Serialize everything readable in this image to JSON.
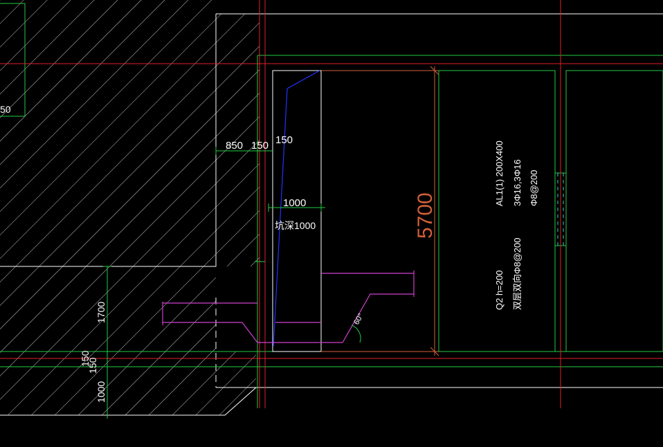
{
  "colors": {
    "background": "#000000",
    "outline": "#ffffff",
    "axis_red": "#e0202a",
    "dim_green": "#22cc44",
    "beam_orange": "#d2603a",
    "slope_blue": "#2233ff",
    "rebar_magenta": "#d040d0",
    "text_white": "#ffffff"
  },
  "labels": {
    "left_partial": "50",
    "dim_850": "850",
    "dim_150_top": "150",
    "dim_150_right": "150",
    "dim_1000": "1000",
    "pit_depth": "坑深1000",
    "span_5700": "5700",
    "beam_line1": "AL1(1) 200X400",
    "beam_line2": "3Φ16,3Φ16",
    "beam_line3": "Φ8@200",
    "wall_line1": "Q2  h=200",
    "wall_line2": "双层双向Φ8@200",
    "angle": "60°",
    "vdim_1700": "1700",
    "vdim_150": "150",
    "vdim_150b": "150",
    "vdim_1000": "1000"
  }
}
